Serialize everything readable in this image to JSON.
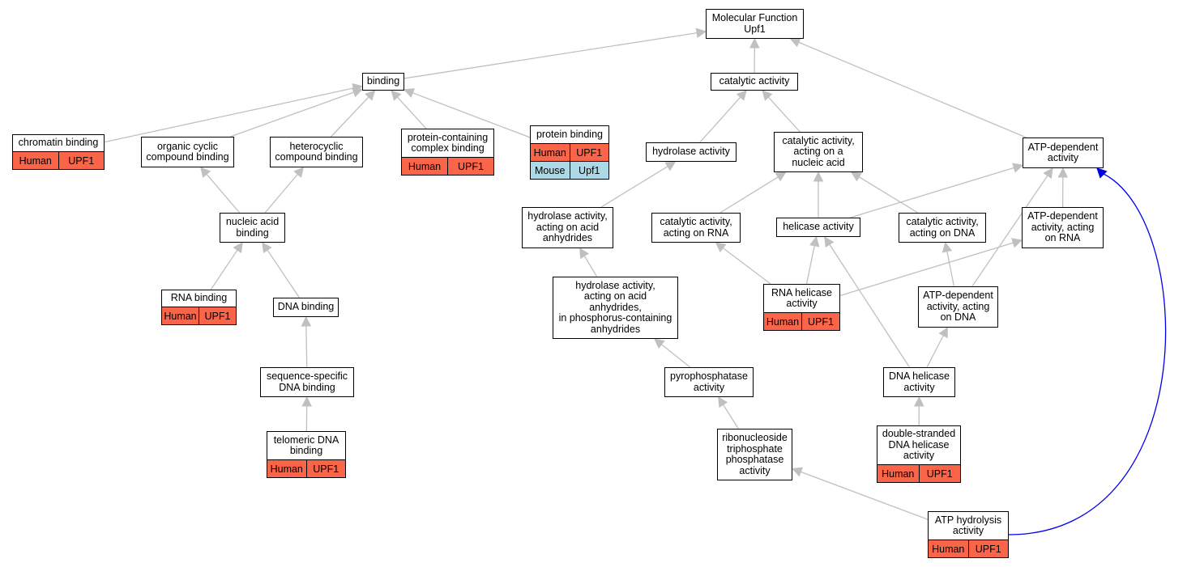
{
  "colors": {
    "edge": "#c0c0c0",
    "highlight_edge": "#0000ee",
    "human": "#fa6449",
    "mouse": "#add8e6"
  },
  "nodes": {
    "mf": {
      "label": "Molecular Function\nUpf1"
    },
    "binding": {
      "label": "binding"
    },
    "catalytic": {
      "label": "catalytic activity"
    },
    "chromatin": {
      "label": "chromatin binding",
      "rows": [
        [
          "Human",
          "UPF1"
        ]
      ]
    },
    "occb": {
      "label": "organic cyclic\ncompound binding"
    },
    "hcb": {
      "label": "heterocyclic\ncompound binding"
    },
    "pccb": {
      "label": "protein-containing\ncomplex binding",
      "rows": [
        [
          "Human",
          "UPF1"
        ]
      ]
    },
    "protb": {
      "label": "protein binding",
      "rows": [
        [
          "Human",
          "UPF1"
        ],
        [
          "Mouse",
          "Upf1"
        ]
      ]
    },
    "hydrolase": {
      "label": "hydrolase activity"
    },
    "canuc": {
      "label": "catalytic activity,\nacting on a\nnucleic acid"
    },
    "atpdep": {
      "label": "ATP-dependent\nactivity"
    },
    "nab": {
      "label": "nucleic acid\nbinding"
    },
    "haaa": {
      "label": "hydrolase activity,\nacting on acid\nanhydrides"
    },
    "carna": {
      "label": "catalytic activity,\nacting on RNA"
    },
    "helicase": {
      "label": "helicase activity"
    },
    "cadna": {
      "label": "catalytic activity,\nacting on DNA"
    },
    "atprna": {
      "label": "ATP-dependent\nactivity, acting\non RNA"
    },
    "rnab": {
      "label": "RNA binding",
      "rows": [
        [
          "Human",
          "UPF1"
        ]
      ]
    },
    "dnab": {
      "label": "DNA binding"
    },
    "haap": {
      "label": "hydrolase activity,\nacting on acid\nanhydrides,\nin phosphorus-containing\nanhydrides"
    },
    "rnahel": {
      "label": "RNA helicase\nactivity",
      "rows": [
        [
          "Human",
          "UPF1"
        ]
      ]
    },
    "atpdna": {
      "label": "ATP-dependent\nactivity, acting\non DNA"
    },
    "ssdna": {
      "label": "sequence-specific\nDNA binding"
    },
    "pyro": {
      "label": "pyrophosphatase\nactivity"
    },
    "dnahel": {
      "label": "DNA helicase\nactivity"
    },
    "telo": {
      "label": "telomeric DNA\nbinding",
      "rows": [
        [
          "Human",
          "UPF1"
        ]
      ]
    },
    "rntp": {
      "label": "ribonucleoside\ntriphosphate\nphosphatase\nactivity"
    },
    "dsdna": {
      "label": "double-stranded\nDNA helicase\nactivity",
      "rows": [
        [
          "Human",
          "UPF1"
        ]
      ]
    },
    "atphyd": {
      "label": "ATP hydrolysis\nactivity",
      "rows": [
        [
          "Human",
          "UPF1"
        ]
      ]
    }
  },
  "edges": [
    {
      "from": "binding",
      "to": "mf"
    },
    {
      "from": "catalytic",
      "to": "mf"
    },
    {
      "from": "atpdep",
      "to": "mf"
    },
    {
      "from": "chromatin",
      "to": "binding"
    },
    {
      "from": "occb",
      "to": "binding"
    },
    {
      "from": "hcb",
      "to": "binding"
    },
    {
      "from": "pccb",
      "to": "binding"
    },
    {
      "from": "protb",
      "to": "binding"
    },
    {
      "from": "hydrolase",
      "to": "catalytic"
    },
    {
      "from": "canuc",
      "to": "catalytic"
    },
    {
      "from": "nab",
      "to": "occb"
    },
    {
      "from": "nab",
      "to": "hcb"
    },
    {
      "from": "rnab",
      "to": "nab"
    },
    {
      "from": "dnab",
      "to": "nab"
    },
    {
      "from": "ssdna",
      "to": "dnab"
    },
    {
      "from": "telo",
      "to": "ssdna"
    },
    {
      "from": "haaa",
      "to": "hydrolase"
    },
    {
      "from": "haap",
      "to": "haaa"
    },
    {
      "from": "pyro",
      "to": "haap"
    },
    {
      "from": "rntp",
      "to": "pyro"
    },
    {
      "from": "atphyd",
      "to": "rntp"
    },
    {
      "from": "carna",
      "to": "canuc"
    },
    {
      "from": "helicase",
      "to": "canuc"
    },
    {
      "from": "cadna",
      "to": "canuc"
    },
    {
      "from": "helicase",
      "to": "atpdep"
    },
    {
      "from": "atprna",
      "to": "atpdep"
    },
    {
      "from": "atpdna",
      "to": "atpdep"
    },
    {
      "from": "rnahel",
      "to": "carna"
    },
    {
      "from": "rnahel",
      "to": "helicase"
    },
    {
      "from": "rnahel",
      "to": "atprna"
    },
    {
      "from": "atpdna",
      "to": "cadna"
    },
    {
      "from": "dnahel",
      "to": "helicase"
    },
    {
      "from": "dnahel",
      "to": "atpdna"
    },
    {
      "from": "dsdna",
      "to": "dnahel"
    },
    {
      "from": "atphyd",
      "to": "atpdep",
      "highlight": true
    }
  ]
}
